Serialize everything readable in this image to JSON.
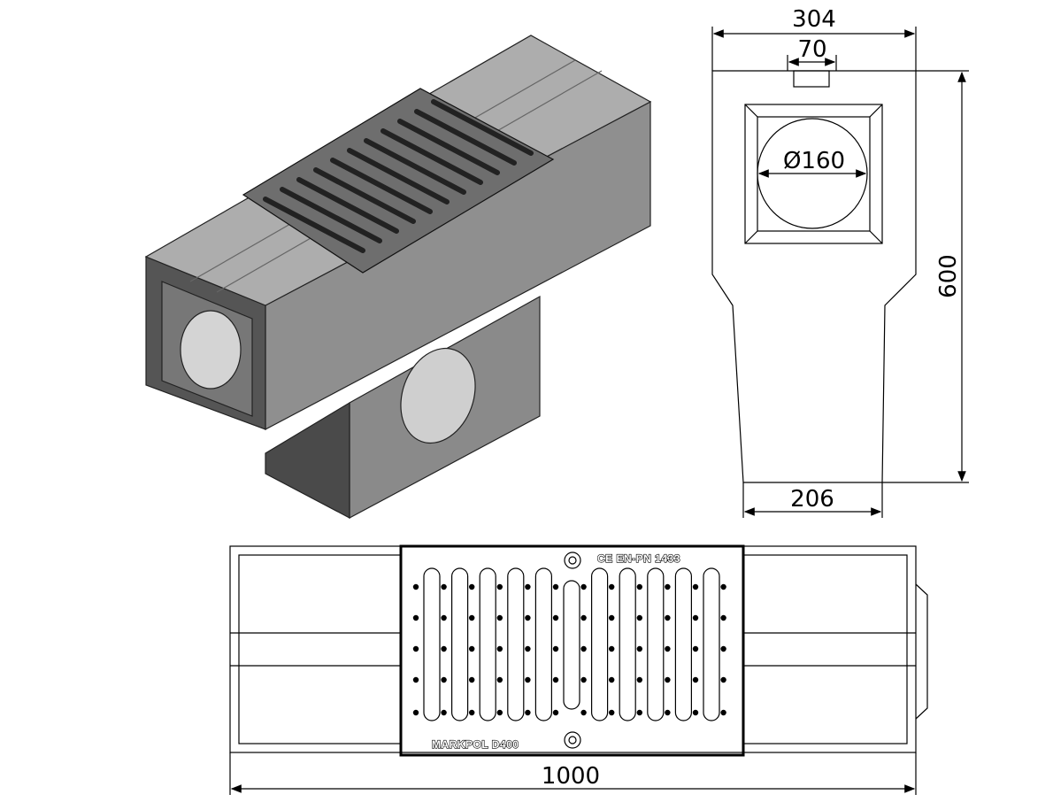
{
  "dimensions": {
    "width_top": "304",
    "slot_width": "70",
    "pipe_diameter": "Ø160",
    "height": "600",
    "width_bottom": "206",
    "length": "1000"
  },
  "grate": {
    "marking_top": "CE  EN-PN 1433",
    "marking_bottom": "MARKPOL  D400",
    "slot_count": 11
  },
  "colors": {
    "top_face": "#a9a9a9",
    "side_face": "#8a8a8a",
    "end_face": "#5a5a5a",
    "grate": "#6e6e6e",
    "line": "#000000"
  }
}
